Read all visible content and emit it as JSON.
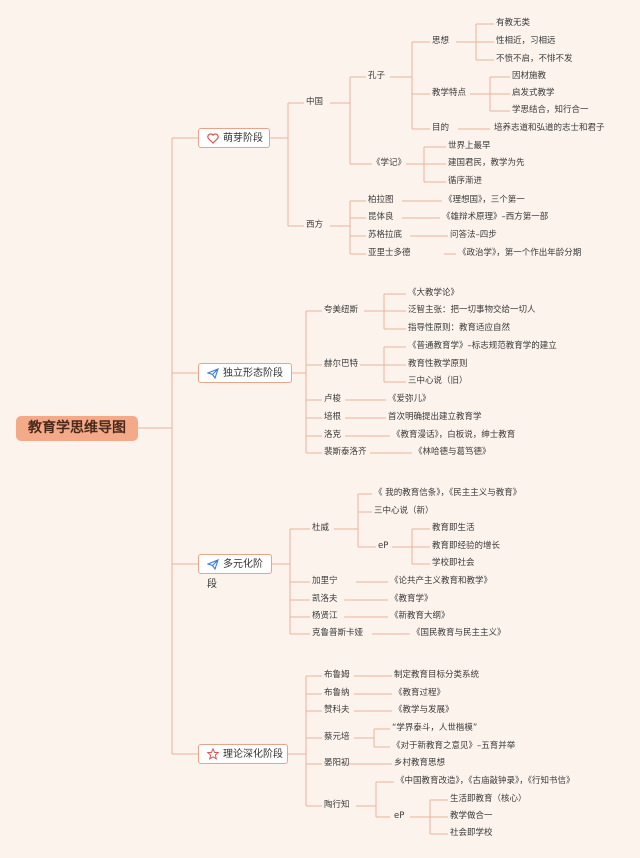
{
  "root": "教育学思维导图",
  "stages": {
    "s1": "萌芽阶段",
    "s2": "独立形态阶段",
    "s3": "多元化阶段",
    "s4": "理论深化阶段"
  },
  "nodes": {
    "zhongguo": "中国",
    "kongzi": "孔子",
    "sixiang": "思想",
    "youjiao": "有教无类",
    "xingxiang": "性相近，习相远",
    "bufen": "不愤不启，不悱不发",
    "jiaoxue": "教学特点",
    "yincai": "因材施教",
    "qifa": "启发式教学",
    "xuesi": "学思结合，知行合一",
    "mudi": "目的",
    "peiyang": "培养志道和弘道的志士和君子",
    "xueji": "《学记》",
    "zuizao": "世界上最早",
    "jianguo": "建国君民，教学为先",
    "xunxu": "循序渐进",
    "xifang": "西方",
    "bolatu": "柏拉图",
    "lixiangguo": "《理想国》，三个第一",
    "kunti": "昆体良",
    "xiongbian": "《雄辩术原理》–西方第一部",
    "suge": "苏格拉底",
    "wenda": "问答法–四步",
    "yali": "亚里士多德",
    "zhengzhi": "《政治学》，第一个作出年龄分期",
    "kuamei": "夸美纽斯",
    "dajiao": "《大教学论》",
    "fanzhi": "泛智主张：把一切事物交给一切人",
    "zhidao": "指导性原则：教育适应自然",
    "heer": "赫尔巴特",
    "putong": "《普通教育学》–标志规范教育学的建立",
    "jiaoyuxing": "教育性教学原则",
    "sanzhongjiu": "三中心说（旧）",
    "lusuo": "卢梭",
    "aimi": "《爱弥儿》",
    "peigen": "培根",
    "shouci": "首次明确提出建立教育学",
    "luoke": "洛克",
    "manhua": "《教育漫话》，白板说，绅士教育",
    "peisi": "裴斯泰洛齐",
    "linha": "《林哈德与葛笃德》",
    "duwei": "杜威",
    "xintiao": "《 我的教育信条》，《民主主义与教育》",
    "sanzhongxin": "三中心说（新）",
    "ep": "eP",
    "shenghuo": "教育即生活",
    "jingyan": "教育即经验的增长",
    "shehui": "学校即社会",
    "jialaning": "加里宁",
    "gongchan": "《论共产主义教育和教学》",
    "kailuo": "凯洛夫",
    "jiaoyuxue": "《教育学》",
    "yangxian": "杨贤江",
    "xindagang": "《新教育大纲》",
    "kelu": "克鲁普斯卡娅",
    "guomin": "《国民教育与民主主义》",
    "buluming": "布鲁姆",
    "fenlei": "制定教育目标分类系统",
    "bulu": "布鲁纳",
    "guocheng": "《教育过程》",
    "zanke": "赞科夫",
    "fazhan": "《教学与发展》",
    "caiyuan": "蔡元培",
    "taidou": "“学界泰斗，人世楷模”",
    "yijian": "《对于新教育之意见》–五育并举",
    "yanyang": "晏阳初",
    "xiangcun": "乡村教育思想",
    "taoxing": "陶行知",
    "gaizao": "《中国教育改造》，《古庙敲钟录》，《行知书信》",
    "ep2": "eP",
    "shjy": "生活即教育（核心）",
    "jiaoxuezuo": "教学做合一",
    "shehuixue": "社会即学校"
  }
}
